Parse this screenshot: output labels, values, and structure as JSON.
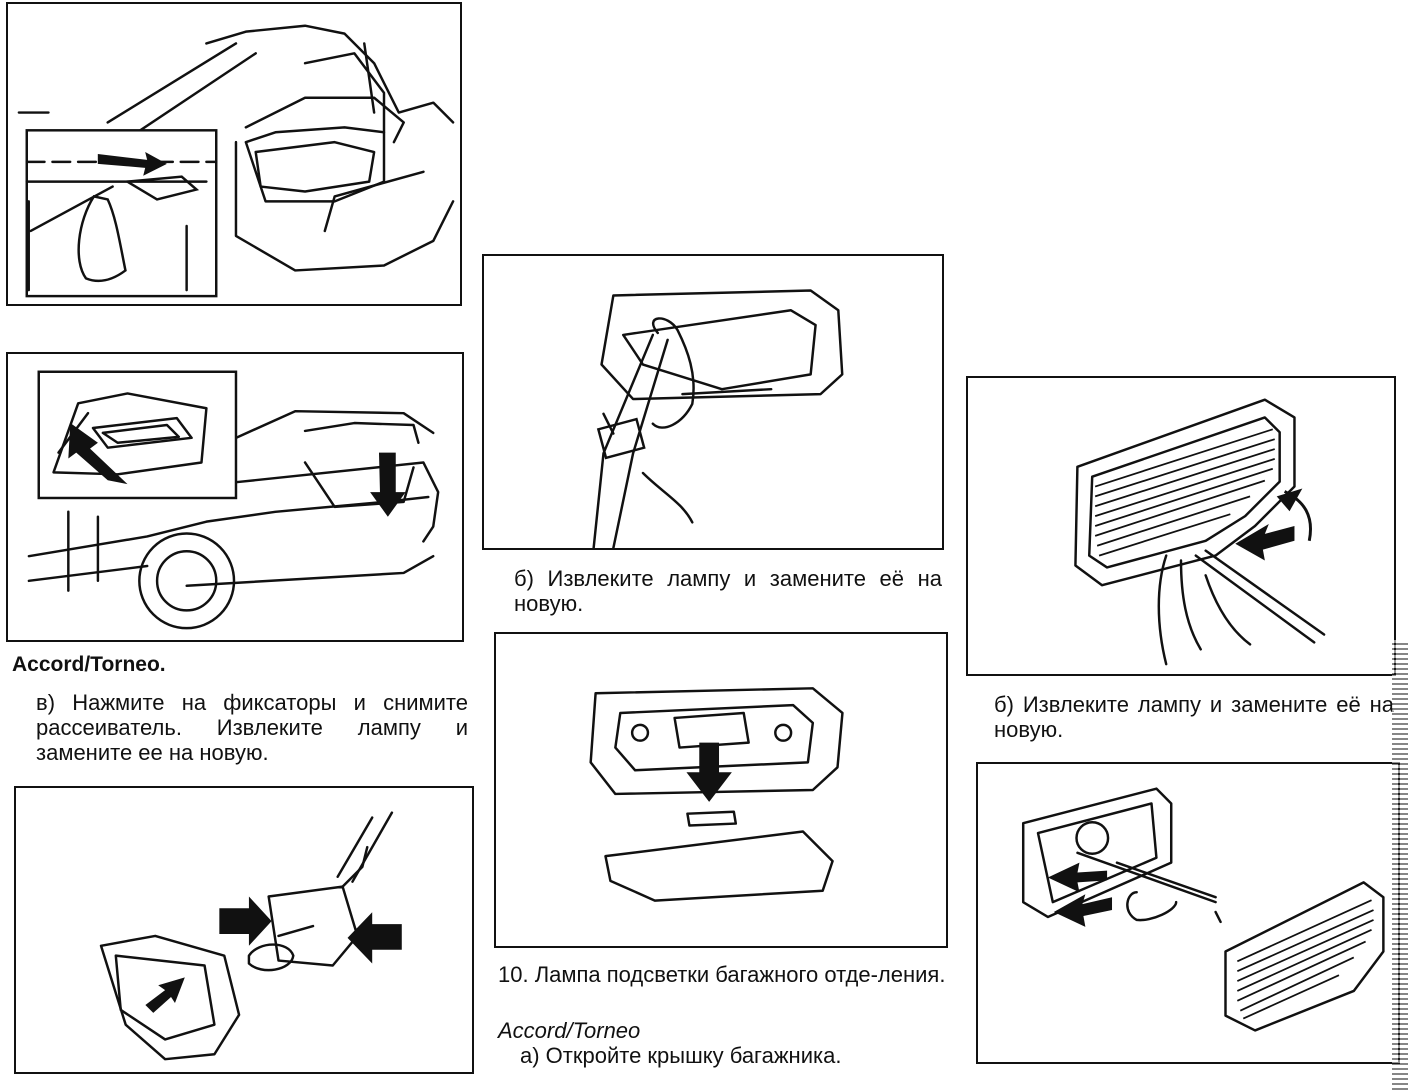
{
  "captions": {
    "accord_torneo_heading": "Accord/Torneo.",
    "left_step_v": "в) Нажмите на фиксаторы и снимите рассеиватель. Извлеките лампу и замените ее на новую.",
    "middle_step_b": "б) Извлеките лампу и замените её на новую.",
    "section_10": "10. Лампа подсветки багажного отде-ления.",
    "accord_torneo_italic": "Accord/Torneo",
    "middle_step_a": "а) Откройте крышку багажника.",
    "right_step_b": "б) Извлеките лампу и замените её на новую."
  },
  "figures": [
    {
      "id": "fig-trunk-open-with-inset",
      "icon": "car-trunk-open-icon"
    },
    {
      "id": "fig-sedan-trunk-lamp",
      "icon": "car-rear-icon"
    },
    {
      "id": "fig-lamp-socket-press",
      "icon": "lamp-socket-icon"
    },
    {
      "id": "fig-lens-screwdriver",
      "icon": "lens-pry-icon"
    },
    {
      "id": "fig-dome-lamp-exploded",
      "icon": "dome-lamp-icon"
    },
    {
      "id": "fig-ribbed-lens-pry",
      "icon": "ribbed-lens-icon"
    },
    {
      "id": "fig-bulb-housing",
      "icon": "bulb-housing-icon"
    }
  ]
}
